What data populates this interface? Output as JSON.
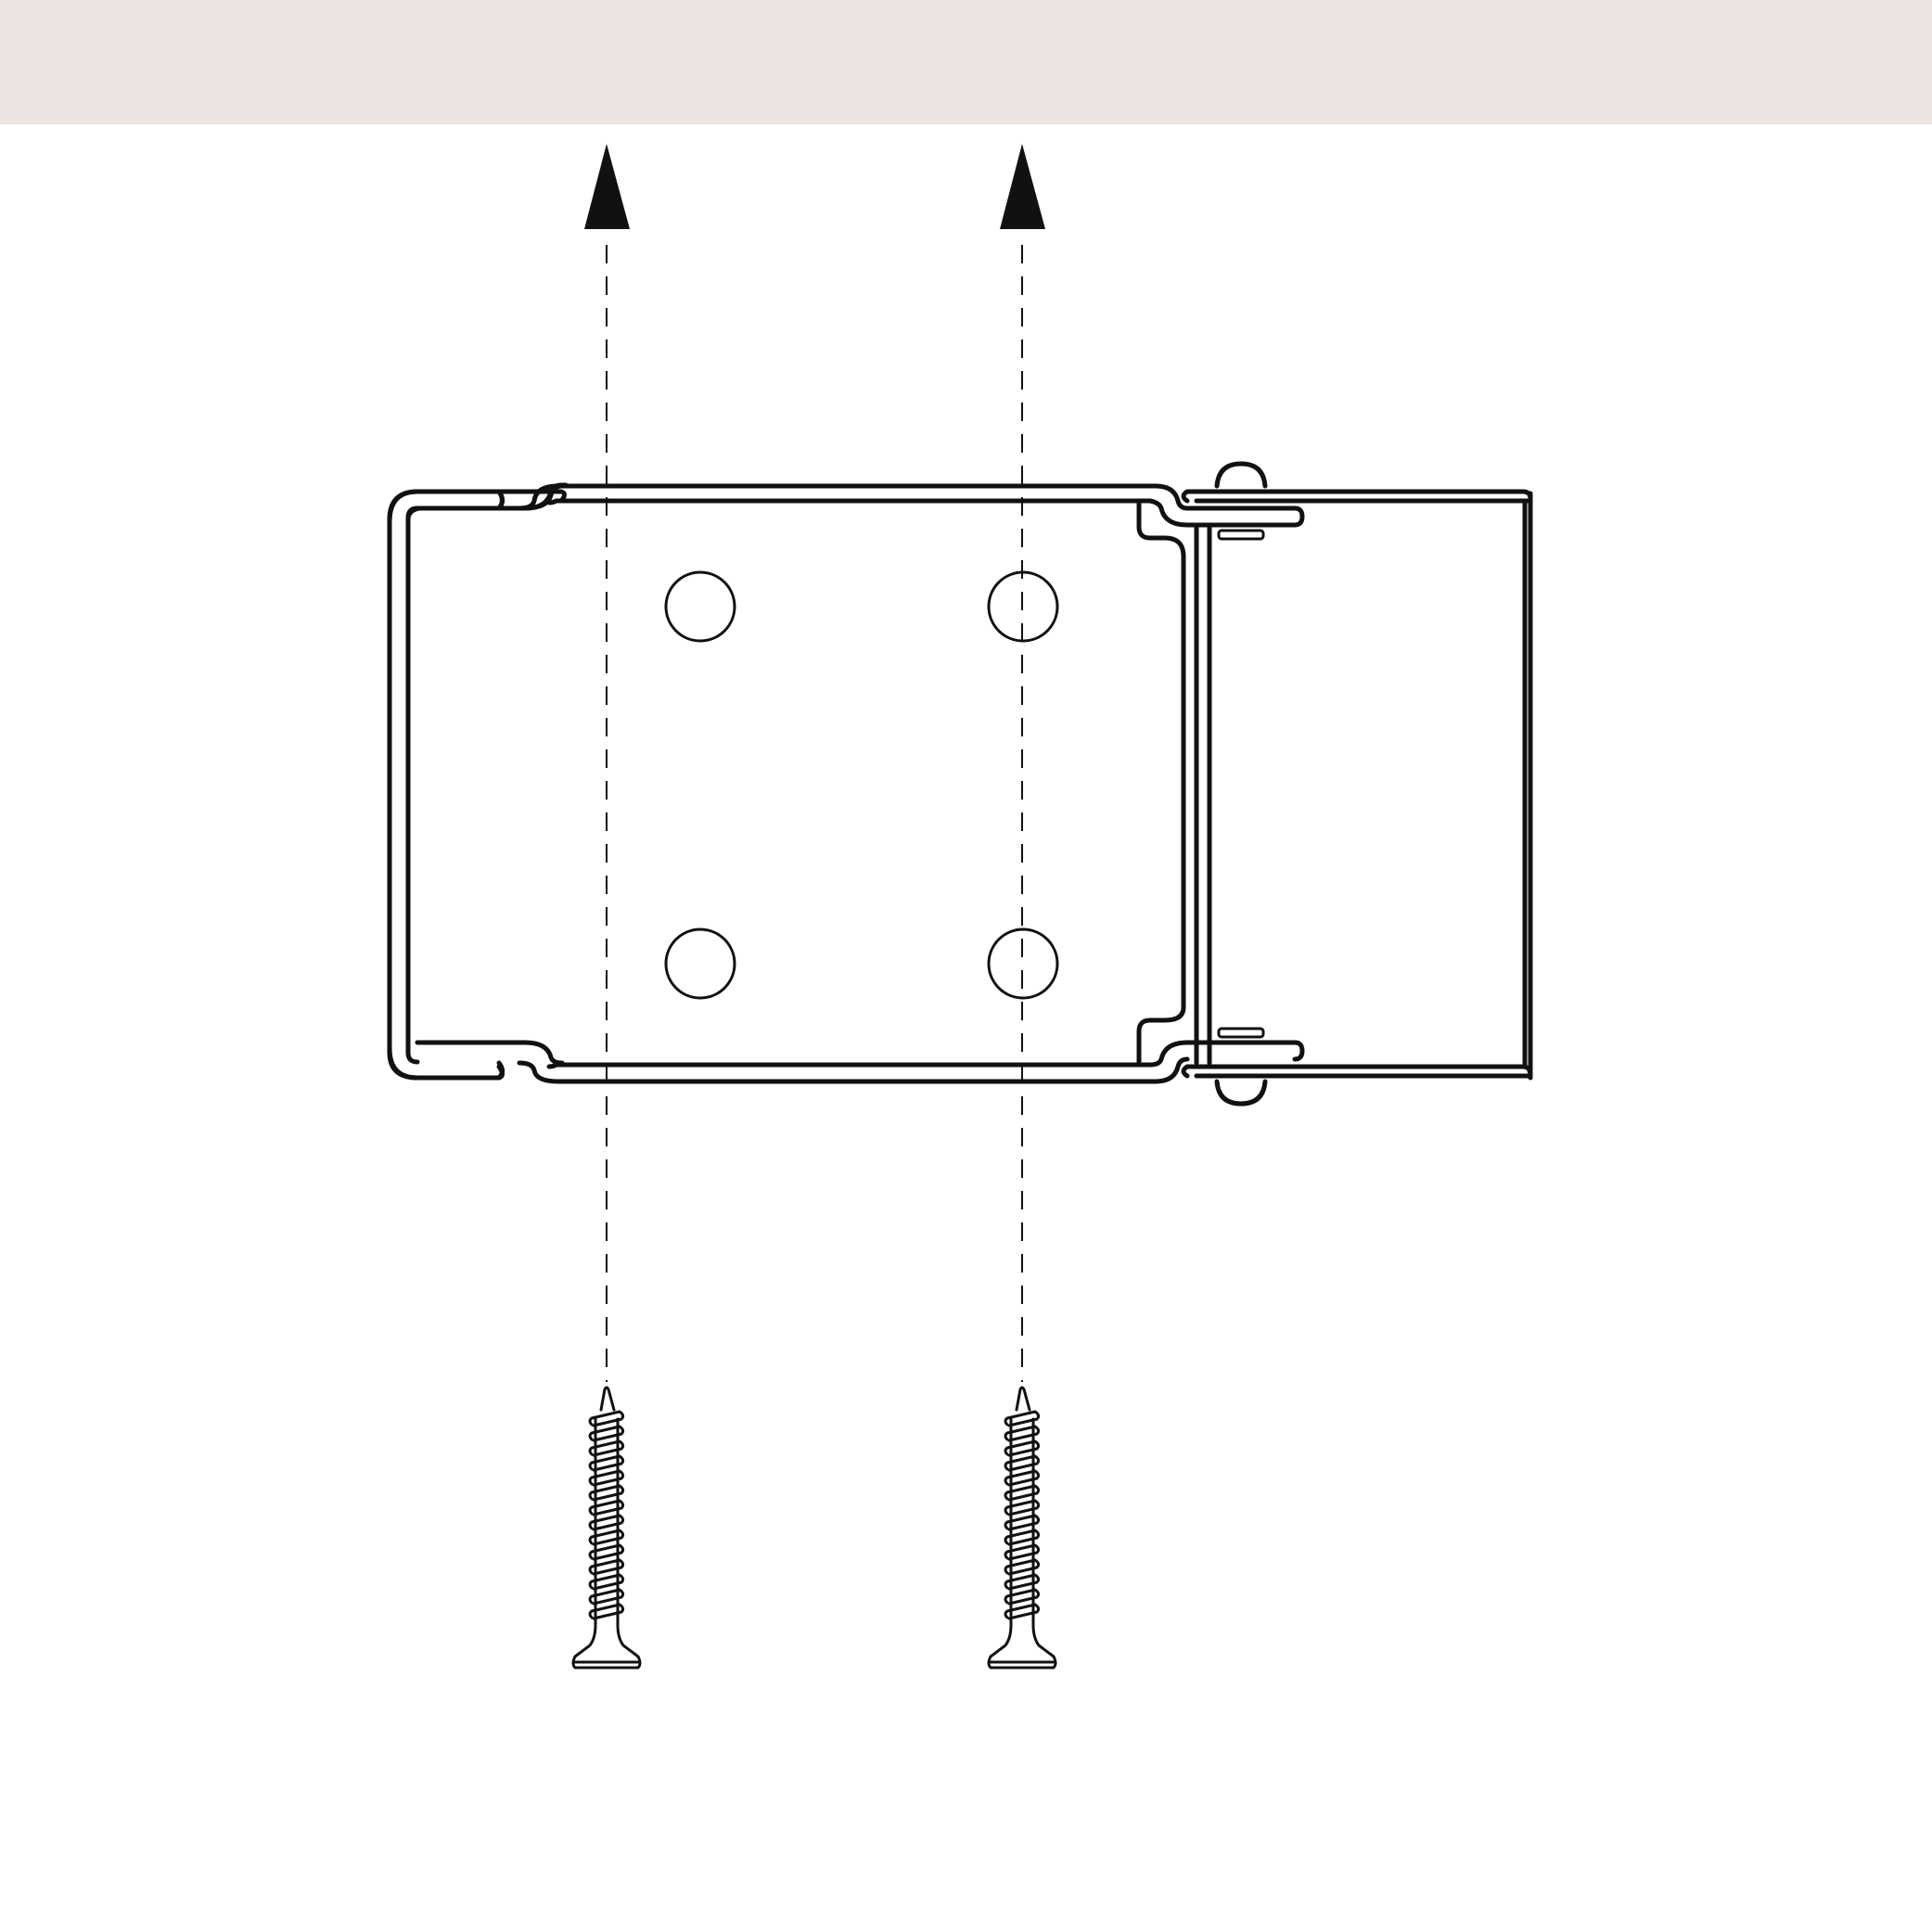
{
  "diagram": {
    "kind": "mounting-instruction",
    "ceiling_color": "#ede3e0",
    "line_color": "#111111",
    "parts": {
      "ceiling": "ceiling-surface",
      "bracket": "mounting-bracket",
      "holes": 4,
      "screws": 2,
      "arrows": 2
    }
  }
}
